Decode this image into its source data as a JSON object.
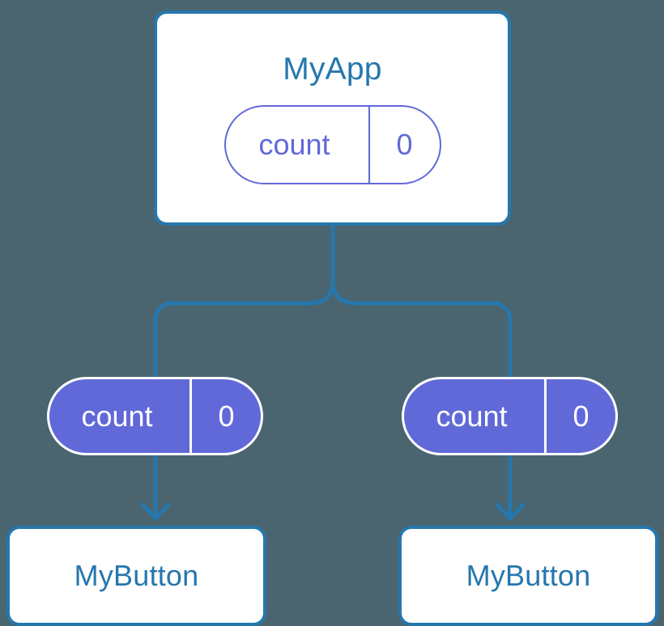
{
  "diagram": {
    "type": "component-tree",
    "title": "MyApp",
    "background_color": "#4a6570",
    "accent_color": "#2677ad",
    "hook_color": "#6169d8",
    "root": {
      "name": "MyApp",
      "state": {
        "key": "count",
        "value": "0"
      }
    },
    "children": [
      {
        "hook": {
          "key": "count",
          "value": "0"
        },
        "component": {
          "name": "MyButton"
        }
      },
      {
        "hook": {
          "key": "count",
          "value": "0"
        },
        "component": {
          "name": "MyButton"
        }
      }
    ]
  }
}
